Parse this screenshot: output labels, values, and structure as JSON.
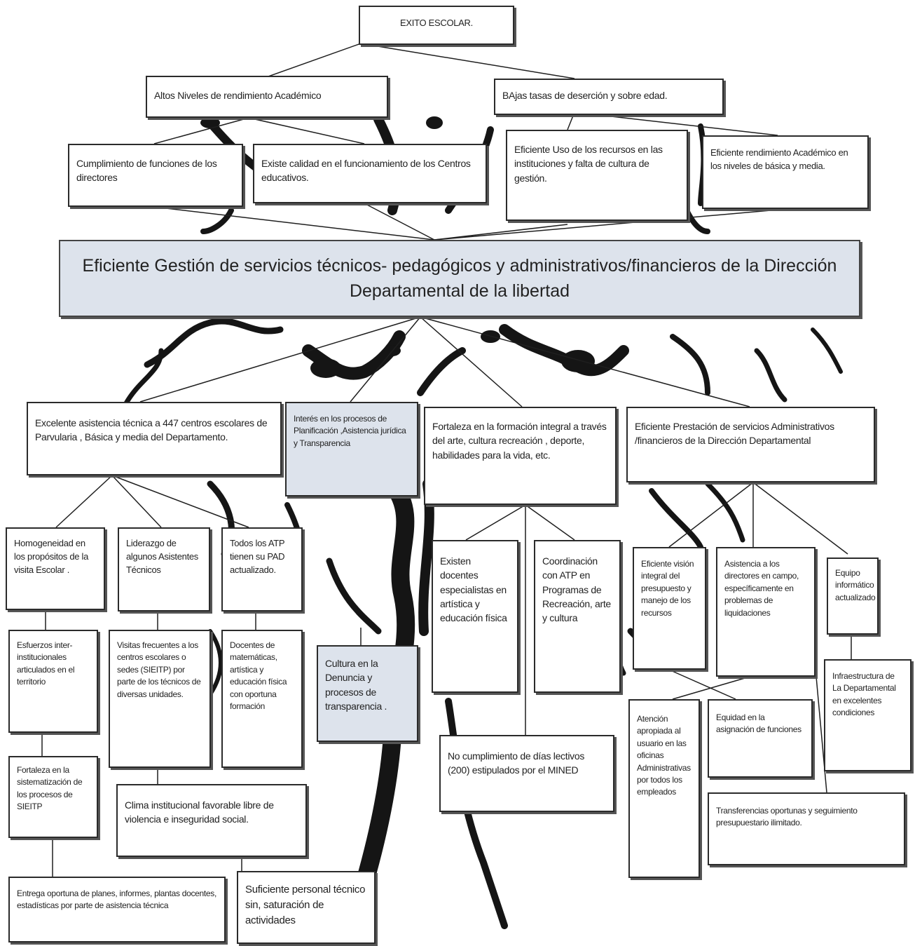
{
  "diagram": {
    "root": "EXITO ESCOLAR.",
    "level1": {
      "left": "Altos Niveles de rendimiento Académico",
      "right": "BAjas tasas de deserción y sobre edad."
    },
    "level2": {
      "a": "Cumplimiento de funciones de los directores",
      "b": "Existe calidad en el funcionamiento de los Centros educativos.",
      "c": "Eficiente Uso de los recursos en las instituciones y falta de cultura de gestión.",
      "d": "Eficiente rendimiento Académico en los niveles de básica y media."
    },
    "central": "Eficiente Gestión de servicios técnicos- pedagógicos y administrativos/financieros de la Dirección Departamental de la libertad",
    "branches": {
      "asistencia": "Excelente asistencia técnica a 447 centros escolares de Parvularia , Básica y media del Departamento.",
      "interes": "Interés en los procesos de Planificación ,Asistencia jurídica y Transparencia",
      "fortaleza": "Fortaleza en la formación integral a través del arte, cultura recreación , deporte, habilidades para la vida, etc.",
      "prestacion": "Eficiente Prestación de servicios Administrativos /financieros de la Dirección Departamental"
    },
    "leaves": {
      "homogeneidad": "Homogeneidad en los propósitos de la visita Escolar .",
      "liderazgo": "Liderazgo de algunos Asistentes Técnicos",
      "todos_atp": "Todos los ATP tienen su PAD actualizado.",
      "esfuerzos": "Esfuerzos inter-institucionales articulados en el territorio",
      "visitas": "Visitas frecuentes a los centros escolares o sedes (SIEITP) por parte de los técnicos de diversas unidades.",
      "docentes_mat": "Docentes de matemáticas, artística y educación física con oportuna formación",
      "fortaleza_sist": "Fortaleza en la sistematización de los procesos de SIEITP",
      "clima": "Clima institucional favorable libre de violencia e inseguridad social.",
      "entrega": "Entrega oportuna de planes, informes, plantas docentes, estadísticas por parte de asistencia técnica",
      "suficiente": "Suficiente personal técnico sin, saturación de actividades",
      "cultura_denuncia": "Cultura en la Denuncia y procesos de transparencia .",
      "existen_docentes": "Existen docentes especialistas en artística y educación física",
      "coordinacion": "Coordinación con ATP en Programas de Recreación, arte y cultura",
      "no_cumplimiento": "No cumplimiento de días lectivos (200) estipulados por el MINED",
      "vision": "Eficiente visión integral del presupuesto y manejo de los recursos",
      "asistencia_dir": "Asistencia a los directores en campo, específicamente en problemas de liquidaciones",
      "equipo": "Equipo informático actualizado",
      "atencion": "Atención apropiada al usuario en las oficinas Administrativas por todos los empleados",
      "equidad": "Equidad en la asignación de funciones",
      "infraestructura": "Infraestructura de La Departamental en excelentes condiciones",
      "transferencias": "Transferencias oportunas y seguimiento presupuestario ilimitado."
    }
  }
}
